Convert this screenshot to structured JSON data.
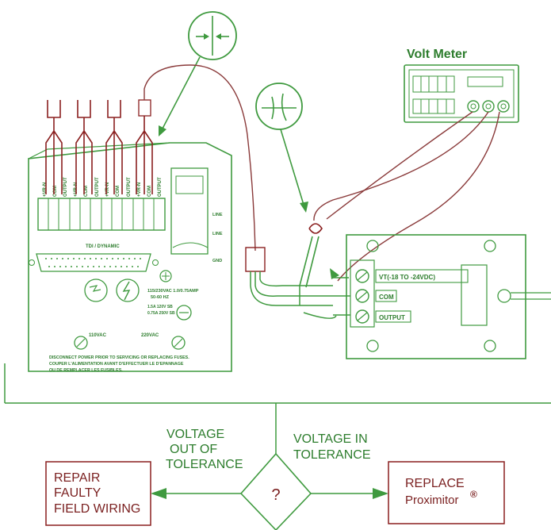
{
  "colors": {
    "green": "#3f9a3f",
    "dark_red": "#8a1f1f",
    "brown_red": "#8a3a3a",
    "text_green": "#2d7d2d",
    "text_red": "#7a1f1f",
    "background": "#ffffff"
  },
  "icons": {
    "connector_callout": "connector-symbol-icon",
    "splice_callout": "splice-symbol-icon",
    "fuse_icon": "fuse-icon",
    "lightning_icon": "lightning-icon",
    "decision_icon": "question-diamond-icon"
  },
  "volt_meter": {
    "label": "Volt Meter"
  },
  "proximitor": {
    "terminal_vt": "VT(-18 TO -24VDC)",
    "terminal_com": "COM",
    "terminal_output": "OUTPUT"
  },
  "monitor": {
    "title": "TDI / DYNAMIC",
    "terminals": [
      "+VR-N",
      "COM",
      "OUTPUT",
      "+VR-N",
      "COM",
      "OUTPUT",
      "+VR-N",
      "COM",
      "OUTPUT",
      "+VR-N",
      "COM",
      "OUTPUT"
    ],
    "side_labels": [
      "LINE",
      "LINE",
      "GND"
    ],
    "power_spec_line1": "115/230VAC 1.0/0.75AMP",
    "power_spec_line2": "50-60 HZ",
    "fuse_spec_line1": "1.5A 120V SB",
    "fuse_spec_line2": "0.75A 250V SB",
    "switch_110": "110VAC",
    "switch_220": "220VAC",
    "warning_line1": "DISCONNECT POWER PRIOR TO SERVICING OR REPLACING FUSES.",
    "warning_line2": "COUPER L'ALIMENTATION AVANT D'EFFECTUER LE D'EPANNAGE",
    "warning_line3": "OU DE REMPLACER LES FUSIBLES."
  },
  "flow": {
    "left_branch_line1": "VOLTAGE",
    "left_branch_line2": "OUT OF",
    "left_branch_line3": "TOLERANCE",
    "right_branch_line1": "VOLTAGE IN",
    "right_branch_line2": "TOLERANCE",
    "decision_symbol": "?",
    "left_action_line1": "REPAIR",
    "left_action_line2": "FAULTY",
    "left_action_line3": "FIELD WIRING",
    "right_action_line1": "REPLACE",
    "right_action_line2": "Proximitor",
    "right_action_mark": "®"
  }
}
